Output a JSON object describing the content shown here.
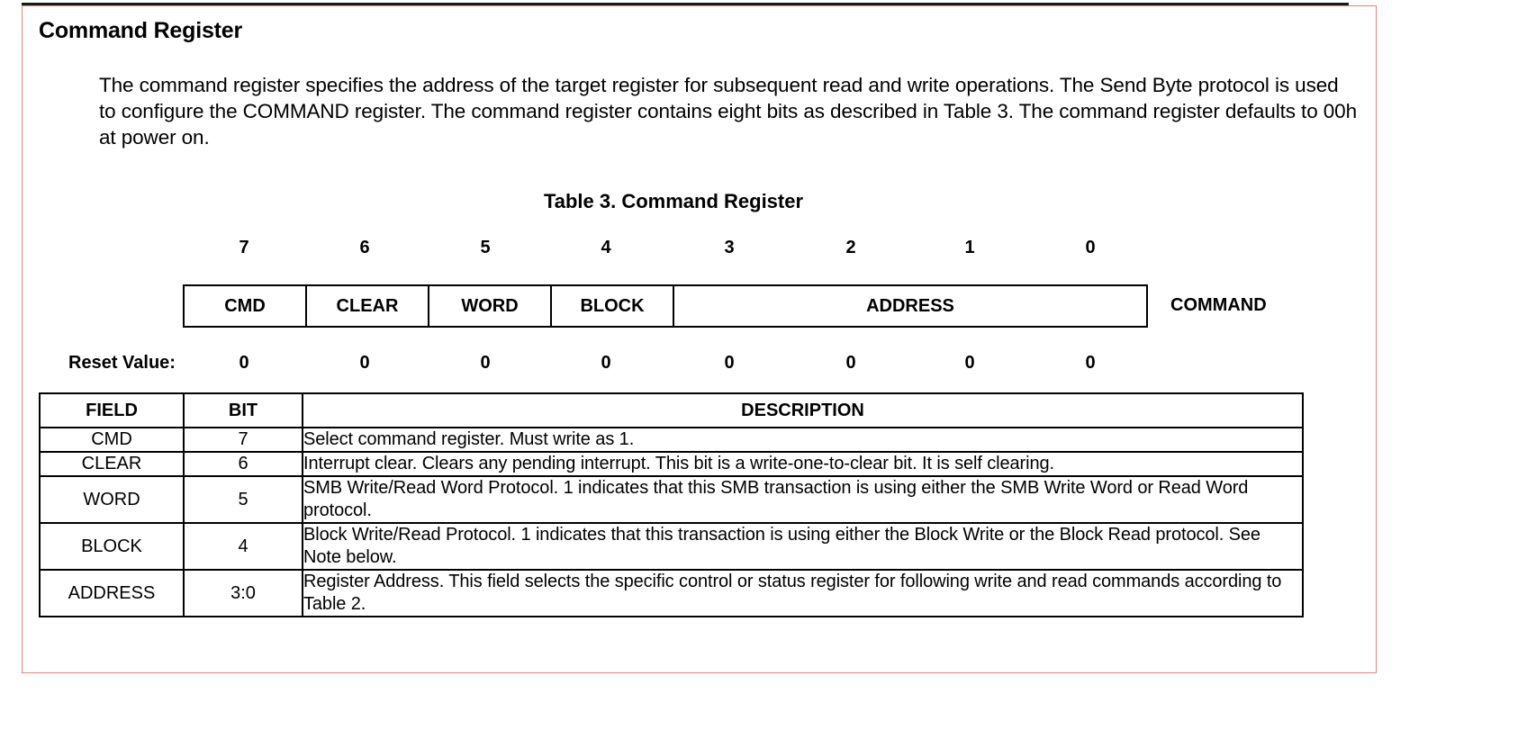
{
  "section": {
    "title": "Command Register",
    "paragraph": "The command register specifies the address of the target register for subsequent read and write operations. The Send Byte protocol is used to configure the COMMAND register. The command register contains eight bits as described in Table 3. The command register defaults to 00h at power on."
  },
  "register_diagram": {
    "caption": "Table 3. Command Register",
    "bit_numbers": [
      "7",
      "6",
      "5",
      "4",
      "3",
      "2",
      "1",
      "0"
    ],
    "fields": [
      {
        "name": "CMD",
        "span": 1
      },
      {
        "name": "CLEAR",
        "span": 1
      },
      {
        "name": "WORD",
        "span": 1
      },
      {
        "name": "BLOCK",
        "span": 1
      },
      {
        "name": "ADDRESS",
        "span": 4
      }
    ],
    "register_name": "COMMAND",
    "reset_label": "Reset Value:",
    "reset_values": [
      "0",
      "0",
      "0",
      "0",
      "0",
      "0",
      "0",
      "0"
    ]
  },
  "description_table": {
    "headers": [
      "FIELD",
      "BIT",
      "DESCRIPTION"
    ],
    "rows": [
      {
        "field": "CMD",
        "bit": "7",
        "description": "Select command register.  Must write as 1."
      },
      {
        "field": "CLEAR",
        "bit": "6",
        "description": "Interrupt clear.  Clears any pending interrupt.  This bit is a write-one-to-clear bit.  It is self clearing."
      },
      {
        "field": "WORD",
        "bit": "5",
        "description": "SMB Write/Read Word Protocol.  1 indicates that this SMB transaction is using either the SMB Write Word or Read Word protocol."
      },
      {
        "field": "BLOCK",
        "bit": "4",
        "description": "Block Write/Read Protocol.  1 indicates that this transaction is using either the Block Write or the Block Read protocol.  See Note below."
      },
      {
        "field": "ADDRESS",
        "bit": "3:0",
        "description": "Register Address.  This field selects the specific control or status register for following write and read commands according to Table 2."
      }
    ]
  },
  "colors": {
    "frame_border": "#e4827f",
    "rule": "#1a1a1a",
    "text": "#000000"
  }
}
